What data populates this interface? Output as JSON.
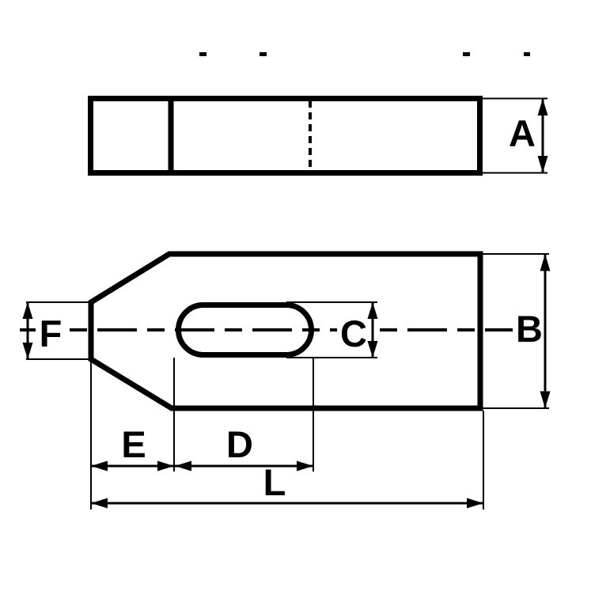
{
  "colors": {
    "line": "#000000",
    "background": "#ffffff"
  },
  "drawing": {
    "views": {
      "side_view": {
        "dimension_labels": [
          "A"
        ]
      },
      "plan_view": {
        "dimension_labels": [
          "B",
          "C",
          "D",
          "E",
          "F",
          "L"
        ]
      }
    },
    "labels": {
      "A": "A",
      "B": "B",
      "C": "C",
      "D": "D",
      "E": "E",
      "F": "F",
      "L": "L"
    }
  }
}
